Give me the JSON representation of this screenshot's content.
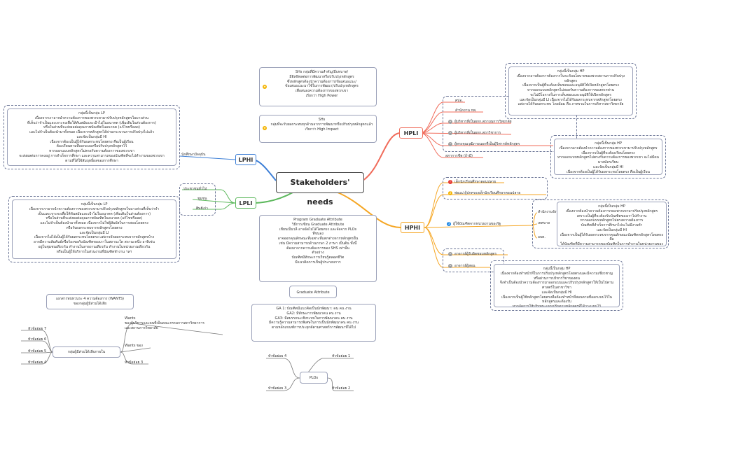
{
  "central": "Stakeholders' needs",
  "branches": {
    "hpli": {
      "label": "HPLI",
      "color": "#f06b5a",
      "items": [
        "ศปอ.",
        "สำนักงาน กพ.",
        "ผู้บริหารที่เป็นผกก.สถาบนการวิทยาลัย",
        "ผู้บริหารที่เป็นผกก.สถาวิชาการ",
        "ผู้ทรงคุณวุฒิภายนอกที่เป็นผู้วิพากษ์หลักสูตร",
        "สภาการชีพ (ถ้ามี)"
      ],
      "note1": "กลุ่มนี้เป็นกลุ่ม HP\nเนื่องจากอาจต้องการต้องการในระดับนโยบายของพวกสถานการปรับปรุงหลักสูตร\nเนื่องจากเป็นผู้ที่จะต้องเห็นชอบและอนุมัติให้เปิดหลักสูตรโดยตรง\nหากออกแบบหลักสูตรไม่สอดรับความต้องการของพวกท่าน\nจะไม่มีโอกาสในการเห็นชอบและอนุมัติให้เปิดหลักสูตร\nและจัดเป็นกลุ่มมี LI เนื่องจากไม่ได้รับผลกระทบจากหลักสูตรโดยตรง\nแต่อาจได้รับผลกระทบ โดยอ้อม คือ ภาพรวมในการบริหารสถาวิทยาลัย",
      "note2": "กลุ่มนี้เป็นกลุ่ม HP\nเนื่องจากอาจต้องนำความต้องการของพวกเขามาปรับปรุงหลักสูตร\nเนื่องจากเป็นผู้ที่จะต้องเรียนโดยตรง\nหากออกแบบหลักสูตรไม่ตรงกับความต้องการของพวกเขา จะไม่มีคนมาสมัครเรียน\nและจัดเป็นกลุ่มมี HI\nเนื่องจากต้องเป็นผู้ได้รับผลกระทบโดยตรง คือเป็นผู้เรียน\nต้องเรียนตามที่ออกแบบหรือปรับปรุงหลักสูตรไว้"
    },
    "hphi": {
      "label": "HPHI",
      "color": "#f5a623",
      "items": [
        "เด็กนักเรียนศึกษาตอนปลาย",
        "พ่อแม่ ผู้ปกครองเด็กนักเรียนศึกษาตอนปลาย",
        "ผู้ใช้บัณฑิตจากหน่วยงานของรัฐ",
        "อาจารย์ผู้รับผิดชอบหลักสูตร",
        "อาจารย์ผู้สอน"
      ],
      "sub": [
        "สำนักงานจังหวัด",
        "เทศบาล",
        "อบต."
      ],
      "note1": "กลุ่มนี้เป็นกลุ่ม HP\nเนื่องจากต้องนำความต้องการของพวกเขามาปรับปรุงหลักสูตร\nเพราะเป็นผู้ที่จะต้องรับบัณฑิตของเราไปทำงาน\nหากออกแบบหลักสูตรไม่ตรงความต้องการ\nบัณฑิตที่สำเร็จการศึกษาไปจะไม่มีงานทำ\nและจัดเป็นกลุ่มมี HI\nเนื่องจากเป็นผู้ได้รับผลกระทบจากคุณลักษณะบัณฑิตหลักสูตรโดยตรง คือ\nได้บัณฑิตที่มีความสามารถของบัณฑิตในการทำงานในหน่วยงานของพวกเขา",
      "note2": "กลุ่มนี้เป็นกลุ่ม HP\nเนื่องจากต้องทำหน้าที่ในการปรับปรุงหลักสูตรโดยตรงและมีความเชี่ยวชาญ\nหรือผ่านการบริหารวิชาของตน\nจึงจำเป็นต้องนำความต้องการมาออกแบบและปรับปรุงหลักสูตรให้เป็นไปตามศาสตร์ในสาขาวิชา\nและจัดเป็นกลุ่มมี HI\nเนื่องจากเป็นผู้ใช้หลักสูตรโดยตรงคือต้องทำหน้าที่สอนตามที่ออกแบบไว้ในหลักสูตรและต้องรับ\nหากจัดการให้บริบทนะแผนปรับตามหลักสูตรที่ได้วางแผนไว้"
    },
    "lphi": {
      "label": "LPHI",
      "color": "#3d7fd6",
      "items": [
        "นักศึกษาปัจจุบัน"
      ],
      "note": "กลุ่มนี้เป็นกลุ่ม LP\nเนื่องจากเราอาจนำความต้องการของพวกเขามาปรับปรุงหลักสูตรในบางส่วน\nที่เห็นว่าจำเป็นและเจาะจงเพื่อให้ทันสมัยและเป้าไม่ในอนาคต (เพิ่มเติมในส่วนต้องการ)\nหรือในส่วนที่จะส่งผลต่อคุณภาพบัณฑิตในอนาคต (แก้ไขหรือลด)\nและไม่จำเป็นต้องนำมาทั้งหมด เนื่องจากหลักสูตรได้ผ่านกระบวนการปรับปรุงไปแล้ว\nและจัดเป็นกลุ่มมี HI\nเนื่องจากต้องเป็นผู้ได้รับผลกระทบโดยตรง คือเป็นผู้เรียน\nต้องเรียนตามที่ออกแบบหรือปรับปรุงหลักสูตรไว้\nหากออกแบบหลักสูตรไม่ตรงกับความต้องการของพวกเขา\nจะส่งผลต่อการคงอยู่ การสำเร็จการศึกษา และความสามารถของบัณฑิตที่จะไปทำงานของพวกเขา\nตามที่ได้ใช้สัมฤทธิ์ผลของการศึกษา"
    },
    "lpli": {
      "label": "LPLI",
      "color": "#5cb85c",
      "items": [
        "ประชาชนทั่วไป",
        "ชุมชน",
        "ศิษย์เก่า"
      ],
      "note": "กลุ่มนี้เป็นกลุ่ม LP\nเนื่องจากเราอาจนำความต้องการของพวกเขามาปรับปรุงหลักสูตรในบางส่วนที่เห็นว่าจำ\nเป็นและเจาะจงเพื่อให้ทันสมัยและเป้าไม่ในอนาคต (เพิ่มเติมในส่วนต้องการ)\nหรือในส่วนที่จะส่งผลต่อคุณภาพบัณฑิตในอนาคต (แก้ไขหรือลด)\nและไม่จำเป็นต้องนำมาทั้งหมด เนื่องจากไม่ใช่ผู้สัมผัสในการสอนโดยตรง\nหรือรับผลกระทบจากหลักสูตรโดยตรง\nและจัดเป็นกลุ่มมี LI\nเนื่องจากไม่ได้เป็นผู้ได้รับผลกระทบโดยตรง แต่อาจจัดผลกระทบจากหลักสูตรบ้าง\nอาจมีความสัมพันธ์หรือร้องขอกับบัณฑิตของเราในสถานะใด สถานะหนึ่ง อาทิเช่น\nอยู่ในชุมชนเดียวกัน ทำงานในสายงานเดียวกัน ทำงานในหน่วยงานเดียวกัน\nหรือเป็นผู้ให้บริการในส่วนงานที่บัณฑิตทำงาน ฯลฯ"
    }
  },
  "center_notes": {
    "shs_hp": "SHs กลุ่มที่มีความสำคัญ/มีบทบาท/\nมีอิทธิพลต่อการพัฒนาหรือปรับปรุงหลักสูตร\nซึ่งหลักสูตรต้องนำความต้องการ/ข้อเสนอแนะ/\nข้อเสนอแนะมาใช้ในการพัฒนา/ปรับปรุงหลักสูตร\nเพื่อสนองความต้องการของพวกเขา\nเรียกว่า High Power",
    "shs_hi": "SHs\nกลุ่มที่จะรับผลกระทบทุกด้านจากการพัฒนาหรือปรับปรุงหลักสูตรแล้ว\nเรียกว่า High Impact",
    "pga": "Program Graduate Attribute\nวิธีการเขียน Graduate Attribute\nเขียนเป็นวลี อาจจัดไม่ได้โดยตรง และจัดจาก PLOs\nที่ขนอง\nอาจออกคุณลักษณะที่เฉพาะที่แตกต่างจากหลักสูตรอื่น\nเช่น มีความสามารถด้านภาษา 2 ภาษา เป็นต้น ทั้งนี้\nต้องมาจากความต้องการของ SHS เท่านั้น\nตัวอย่าง\nบัณฑิตมีทักษะการเรียนรู้ตลอดชีวิต\nมีแนวคิดการเป็นผู้ประกอบการ",
    "ga_title": "Graduate Attribute",
    "ga": "GA 1: บัณฑิตมีแนวคิดเป็นนักพัฒนา: คน คน งาน\nGA2: มีทักษะการพัฒนาคน คน งาน\nGA3: มีสมรรถนะเชิงระบบในการพัฒนาคน คน งาน\nมีความรู้ความสามารถพิเศษในการเป็นนักพัฒนาคน คน งาน\nตามหลักเกณฑ์การประยุกต์ตามศาสตร์การพัฒนาที่ได้ไป"
  },
  "plos": {
    "center": "PLOs",
    "topics": [
      "หัวข้อย่อย 4",
      "หัวข้อย่อย 1",
      "หัวข้อย่อย 3",
      "หัวข้อย่อย 2"
    ]
  },
  "wants": {
    "title": "เอกสารทบทวนระ 4 ความต้องการ (WANTS)\nของกลุ่มผู้มีส่วนได้เสีย",
    "center": "กลุ่มผู้มีส่วนได้เสียภายใน",
    "left": [
      "หัวข้อย่อย 7",
      "หัวข้อย่อย 6",
      "หัวข้อย่อย 5",
      "หัวข้อย่อย 4"
    ],
    "right": [
      "Wants\nของผู้บริหารและคนที่เป็นคณะกรรมการสถาวิทยาการ\nและสถานการวิทยาลัย",
      "Wants ของ",
      "หัวข้อย่อย 3"
    ]
  }
}
